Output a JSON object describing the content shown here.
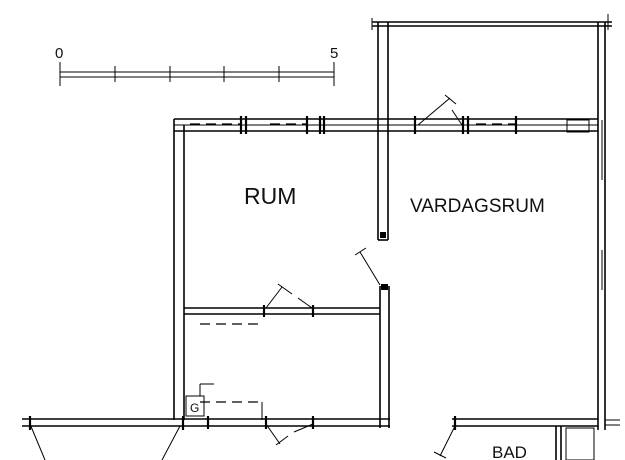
{
  "scale_bar": {
    "start_label": "0",
    "end_label": "5"
  },
  "rooms": {
    "rum": "RUM",
    "vardagsrum": "VARDAGSRUM",
    "bad": "BAD"
  },
  "symbols": {
    "g": "G"
  }
}
